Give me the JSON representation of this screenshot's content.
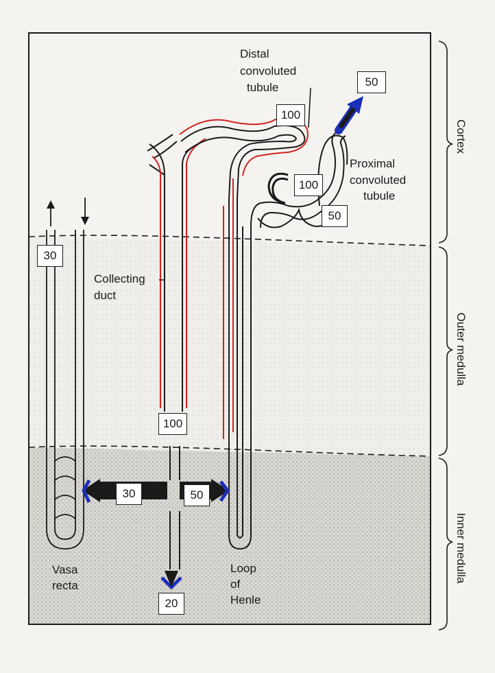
{
  "labels": {
    "distal": [
      "Distal",
      "convoluted",
      "tubule"
    ],
    "proximal": [
      "Proximal",
      "convoluted",
      "tubule"
    ],
    "collecting": [
      "Collecting",
      "duct"
    ],
    "vasa_recta": [
      "Vasa",
      "recta"
    ],
    "loop": [
      "Loop",
      "of",
      "Henle"
    ]
  },
  "regions": {
    "cortex": "Cortex",
    "outer_medulla": "Outer medulla",
    "inner_medulla": "Inner medulla"
  },
  "values": {
    "proximal_out": "50",
    "distal_start": "100",
    "loop_top": "100",
    "proximal_bottom": "50",
    "vasa_recta": "30",
    "collecting_mid": "100",
    "left_arrow": "30",
    "right_arrow": "50",
    "bottom": "20"
  },
  "colors": {
    "red_overlay": "#d42020",
    "blue_marker": "#1c2fb8",
    "line": "#1a1a1a"
  }
}
